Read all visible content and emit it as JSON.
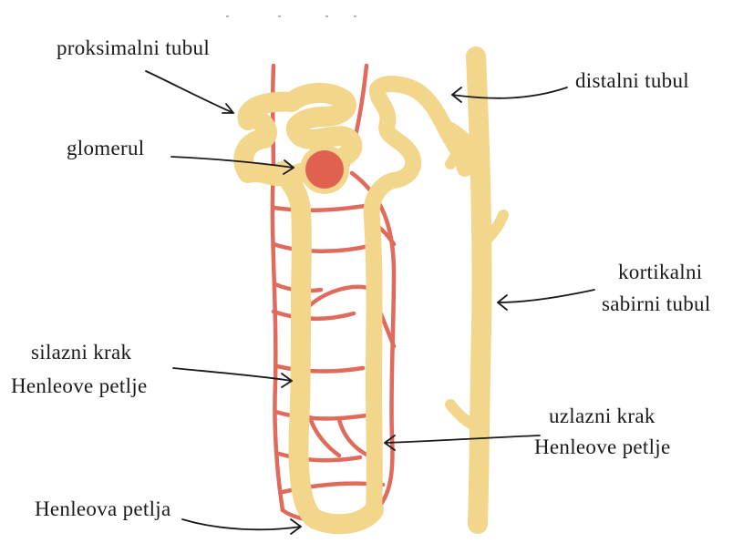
{
  "labels": {
    "proximal": "proksimalni tubul",
    "distal": "distalni tubul",
    "glomerulus": "glomerul",
    "cortical_1": "kortikalni",
    "cortical_2": "sabirni tubul",
    "descending_1": "silazni krak",
    "descending_2": "Henleove petlje",
    "ascending_1": "uzlazni krak",
    "ascending_2": "Henleove petlje",
    "loop": "Henleova petlja"
  },
  "colors": {
    "tubule": "#f2d68b",
    "vessel": "#e06a5c",
    "glomerulus_fill": "#e0614f",
    "text": "#1a1a1a"
  }
}
